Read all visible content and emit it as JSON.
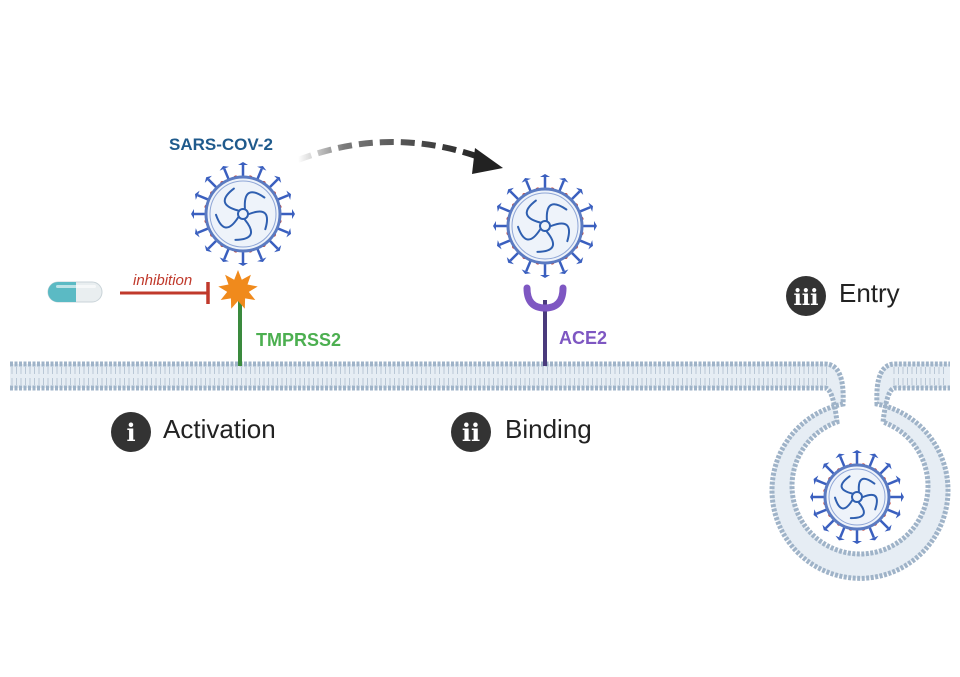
{
  "labels": {
    "virus": "SARS-COV-2",
    "inhibition": "inhibition",
    "tmprss2": "TMPRSS2",
    "ace2": "ACE2"
  },
  "steps": [
    {
      "num": "i",
      "label": "Activation"
    },
    {
      "num": "ii",
      "label": "Binding"
    },
    {
      "num": "iii",
      "label": "Entry"
    }
  ],
  "colors": {
    "virus_label": "#1f5a8c",
    "inhibition": "#c0392b",
    "tmprss2": "#4caf50",
    "ace2": "#7e57c2",
    "protease": "#f08a1c",
    "membrane": "#9fb3c8",
    "spike": "#3a5fbf",
    "step_badge": "#333333",
    "arrow": "#222222",
    "pill_teal": "#5bbac4",
    "pill_white": "#e9eef0"
  },
  "icons": {
    "drug": "pill-icon",
    "virus": "virus-icon",
    "protease": "protease-star-icon",
    "receptor": "receptor-cup-icon",
    "arrow": "curved-dashed-arrow-icon"
  }
}
